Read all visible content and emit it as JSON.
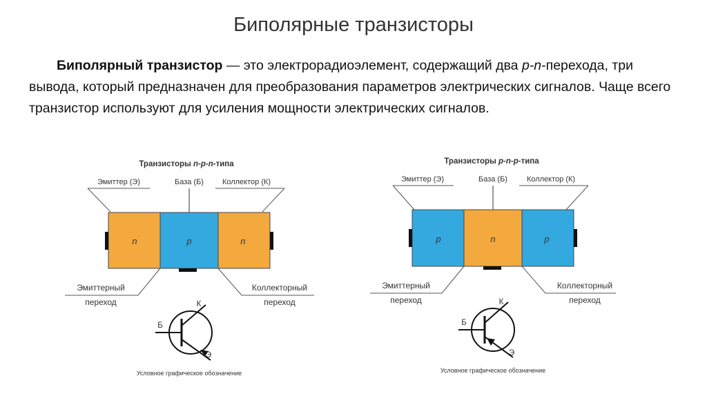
{
  "slide": {
    "title": "Биполярные транзисторы"
  },
  "definition": {
    "term": "Биполярный транзистор",
    "text_1": " — это электрорадиоэлемент, содержащий два ",
    "pn": "p-n",
    "text_2": "-перехода, три вывода, который предназначен для преобразования параметров электрических сигналов. Чаще всего транзистор используют для усиления мощности электрических сигналов."
  },
  "colors": {
    "n_region": "#f4a93e",
    "p_region": "#33a9df",
    "line": "#555555",
    "text": "#333333"
  },
  "diagrams": [
    {
      "title_prefix": "Транзисторы ",
      "title_type": "n-p-n",
      "title_suffix": "-типа",
      "emitter_label": "Эмиттер (Э)",
      "base_label": "База (Б)",
      "collector_label": "Коллектор (К)",
      "regions": [
        "n",
        "p",
        "n"
      ],
      "emitter_junction_1": "Эмиттерный",
      "emitter_junction_2": "переход",
      "collector_junction_1": "Коллекторный",
      "collector_junction_2": "переход",
      "symbol_b": "Б",
      "symbol_k": "К",
      "symbol_e": "Э",
      "symbol_caption": "Условное графическое обозначение",
      "arrow": "outward"
    },
    {
      "title_prefix": "Транзисторы ",
      "title_type": "p-n-p",
      "title_suffix": "-типа",
      "emitter_label": "Эмиттер (Э)",
      "base_label": "База (Б)",
      "collector_label": "Коллектор (К)",
      "regions": [
        "p",
        "n",
        "p"
      ],
      "emitter_junction_1": "Эмиттерный",
      "emitter_junction_2": "переход",
      "collector_junction_1": "Коллекторный",
      "collector_junction_2": "переход",
      "symbol_b": "Б",
      "symbol_k": "К",
      "symbol_e": "Э",
      "symbol_caption": "Условное графическое обозначение",
      "arrow": "inward"
    }
  ]
}
